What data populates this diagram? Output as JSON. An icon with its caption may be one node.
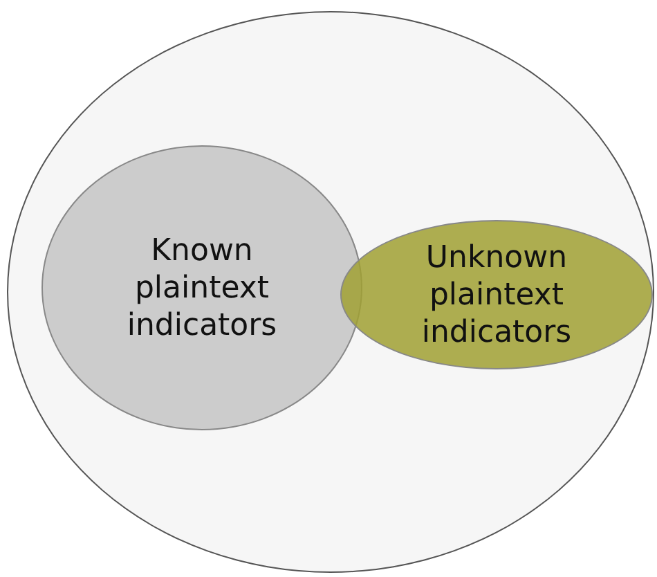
{
  "diagram": {
    "nodes": [
      {
        "text": [],
        "shape": "circle"
      },
      {
        "text": [
          "Known plaintext indicators"
        ],
        "in": 0
      },
      {
        "text": [
          "Unknown plaintext indicators"
        ],
        "in": 0
      }
    ]
  }
}
